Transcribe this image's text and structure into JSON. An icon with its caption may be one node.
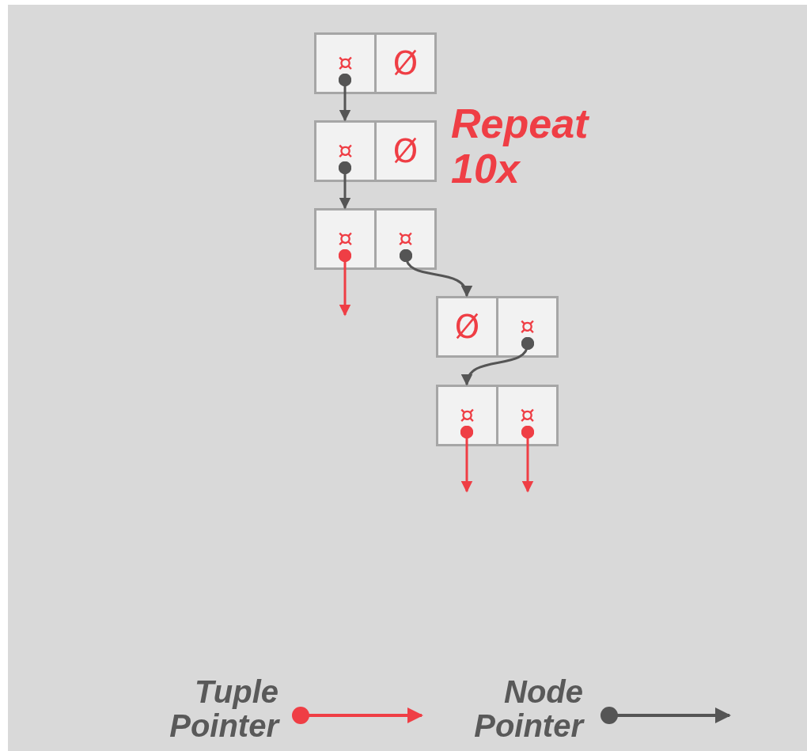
{
  "diagram": {
    "nodes": [
      {
        "text": [],
        "shape": "box"
      },
      {
        "text": [
          "¤"
        ],
        "in": 0
      },
      {
        "text": [
          "Ø"
        ],
        "in": 0
      },
      {
        "text": [],
        "shape": "box"
      },
      {
        "text": [
          "¤"
        ],
        "in": 3
      },
      {
        "text": [
          "Ø"
        ],
        "in": 3
      },
      {
        "text": [],
        "shape": "box"
      },
      {
        "text": [
          "¤"
        ],
        "in": 6
      },
      {
        "text": [
          "¤"
        ],
        "in": 6
      },
      {
        "text": [],
        "shape": "box"
      },
      {
        "text": [
          "Ø"
        ],
        "in": 9
      },
      {
        "text": [
          "¤"
        ],
        "in": 9
      },
      {
        "text": [],
        "shape": "box"
      },
      {
        "text": [
          "¤"
        ],
        "in": 12
      },
      {
        "text": [
          "¤"
        ],
        "in": 12
      }
    ],
    "edges": [
      {
        "from": 1,
        "to": 3,
        "arrow": "to"
      },
      {
        "from": 4,
        "to": 6,
        "arrow": "to"
      },
      {
        "from": 8,
        "to": 9,
        "arrow": "to"
      },
      {
        "from": 11,
        "to": 12,
        "arrow": "to"
      },
      {
        "from": 7,
        "to": null,
        "arrow": "to",
        "color": "#ef3e45"
      },
      {
        "from": 13,
        "to": null,
        "arrow": "to",
        "color": "#ef3e45"
      },
      {
        "from": 14,
        "to": null,
        "arrow": "to",
        "color": "#ef3e45"
      }
    ],
    "labels": [
      "Repeat 10x"
    ],
    "legend": [
      {
        "text": "Tuple Pointer"
      },
      {
        "text": "Node Pointer"
      }
    ]
  }
}
